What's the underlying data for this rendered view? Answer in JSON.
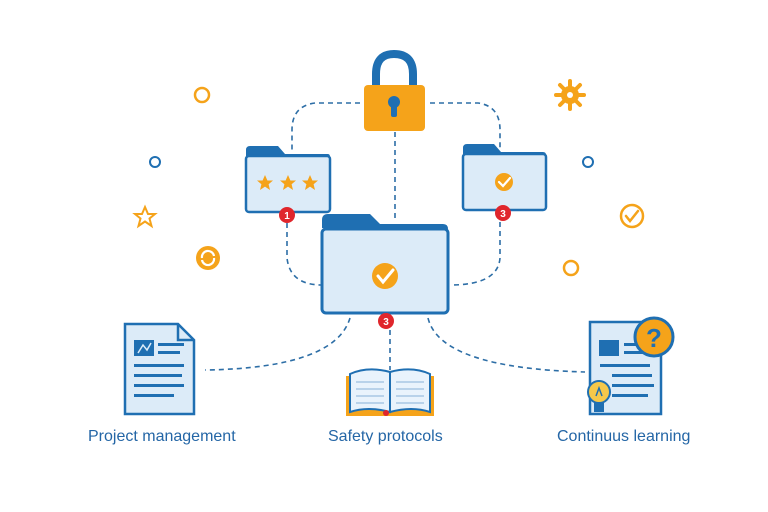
{
  "labels": {
    "project_management": "Project management",
    "safety_protocols": "Safety protocols",
    "continuous_learning": "Continuus learning"
  },
  "badges": {
    "left_folder": "1",
    "right_folder": "3",
    "center_folder": "3"
  },
  "colors": {
    "primary_blue": "#1f6fb2",
    "folder_fill": "#dcebf8",
    "accent_orange": "#f5a31a",
    "badge_red": "#e0262c",
    "dashed_line": "#2d6ea6",
    "text_blue": "#2466a6"
  },
  "icons": [
    "lock-icon",
    "folder-icon",
    "star-icon",
    "check-icon",
    "document-icon",
    "book-icon",
    "lightbulb-icon",
    "question-icon",
    "gear-icon",
    "refresh-icon"
  ]
}
